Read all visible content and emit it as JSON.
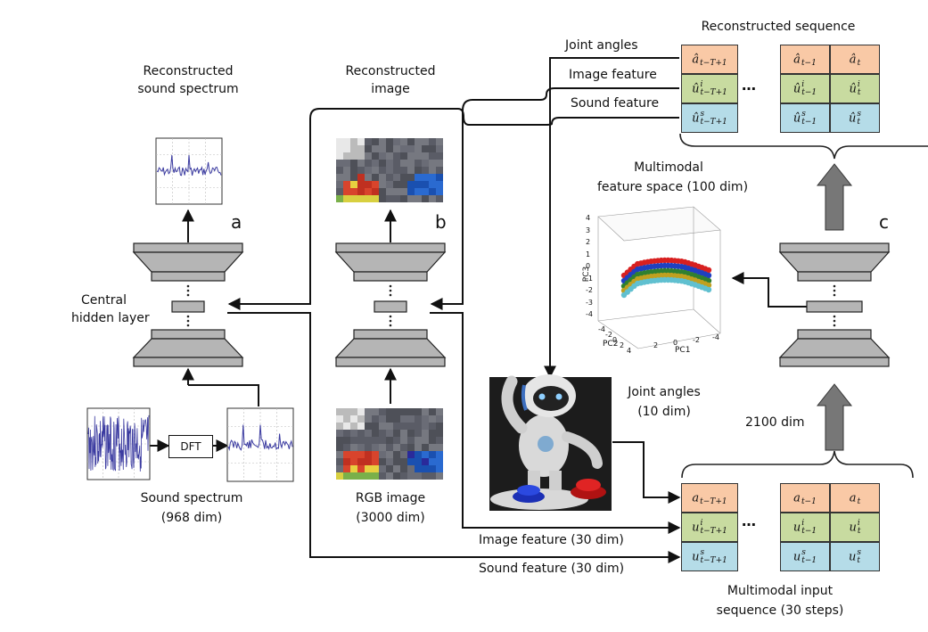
{
  "labels": {
    "reconstructed_sound": [
      "Reconstructed",
      "sound spectrum"
    ],
    "reconstructed_image": [
      "Reconstructed",
      "image"
    ],
    "reconstructed_sequence": "Reconstructed sequence",
    "central_hidden": [
      "Central",
      "hidden layer"
    ],
    "panel_a": "a",
    "panel_b": "b",
    "panel_c": "c",
    "dft": "DFT",
    "sound_spectrum": [
      "Sound spectrum",
      "(968 dim)"
    ],
    "rgb_image": [
      "RGB image",
      "(3000 dim)"
    ],
    "joint_angles_top": "Joint angles",
    "image_feature_top": "Image feature",
    "sound_feature_top": "Sound feature",
    "feature_space": [
      "Multimodal",
      "feature space (100 dim)"
    ],
    "joint_angles_dim": [
      "Joint angles",
      "(10 dim)"
    ],
    "dim_2100": "2100 dim",
    "image_feature_bottom": "Image feature (30 dim)",
    "sound_feature_bottom": "Sound feature (30 dim)",
    "input_sequence": [
      "Multimodal input",
      "sequence (30 steps)"
    ],
    "ellipsis": "…"
  },
  "sequences": {
    "top": {
      "first": [
        "â_{t−T+1}",
        "û^i_{t−T+1}",
        "û^s_{t−T+1}"
      ],
      "prev": [
        "â_{t−1}",
        "û^i_{t−1}",
        "û^s_{t−1}"
      ],
      "last": [
        "â_t",
        "û^i_t",
        "û^s_t"
      ]
    },
    "bottom": {
      "first": [
        "a_{t−T+1}",
        "u^i_{t−T+1}",
        "u^s_{t−T+1}"
      ],
      "prev": [
        "a_{t−1}",
        "u^i_{t−1}",
        "u^s_{t−1}"
      ],
      "last": [
        "a_t",
        "u^i_t",
        "u^s_t"
      ]
    },
    "row_colors": [
      "#f9c9a6",
      "#c8dba0",
      "#b5dce8"
    ]
  },
  "pca_axes": {
    "pc3_label": "PC3",
    "pc2_label": "PC2",
    "pc1_label": "PC1",
    "pc3_ticks": [
      "4",
      "3",
      "2",
      "1",
      "0",
      "-1",
      "-2",
      "-3",
      "-4"
    ],
    "pc2_ticks": [
      "4",
      "2",
      "0",
      "-2",
      "-4"
    ],
    "pc1_ticks": [
      "2",
      "0",
      "-2",
      "-4"
    ]
  },
  "colors": {
    "encoder_fill": "#b5b5b5",
    "arrow_gray": "#777777",
    "plot_line": "#3a3aa0",
    "pca_series": [
      "#d82020",
      "#2040c0",
      "#308030",
      "#c0a020",
      "#60c0d0"
    ]
  }
}
